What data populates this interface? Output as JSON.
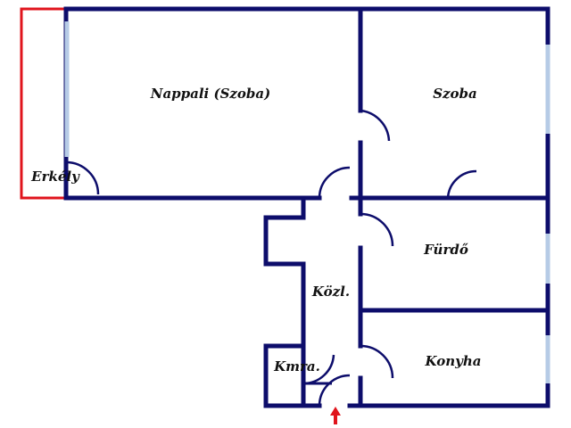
{
  "rooms": {
    "nappali": "Nappali (Szoba)",
    "szoba": "Szoba",
    "erkely": "Erkély",
    "furdo": "Fürdő",
    "kozl": "Közl.",
    "konyha": "Konyha",
    "kamra": "Kmra."
  },
  "colors": {
    "wall": "#0d0d6b",
    "window": "#b6cbe6",
    "balcony": "#e0141c",
    "entrance_arrow": "#e0141c"
  },
  "icons": {
    "entrance": "entrance-arrow-icon"
  }
}
